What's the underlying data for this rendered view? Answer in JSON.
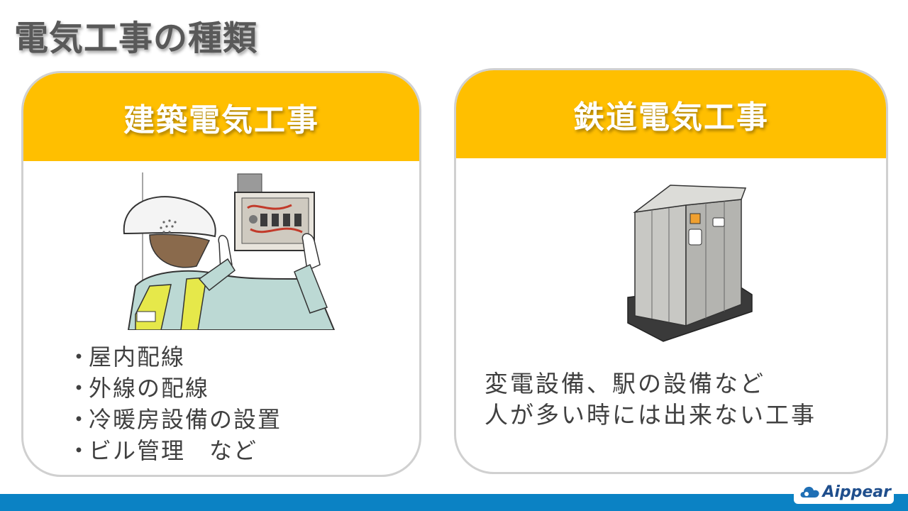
{
  "title": "電気工事の種類",
  "cards": [
    {
      "heading": "建築電気工事",
      "items": [
        "屋内配線",
        "外線の配線",
        "冷暖房設備の設置",
        "ビル管理　など"
      ]
    },
    {
      "heading": "鉄道電気工事",
      "lines": [
        "変電設備、駅の設備など",
        "人が多い時には出来ない工事"
      ]
    }
  ],
  "bullet_symbol": "・",
  "logo": {
    "text": "Aippear",
    "icon": "cloud-icon"
  },
  "colors": {
    "header": "#ffbf00",
    "footer": "#0b82c4",
    "card_border": "#d0d0d0"
  }
}
